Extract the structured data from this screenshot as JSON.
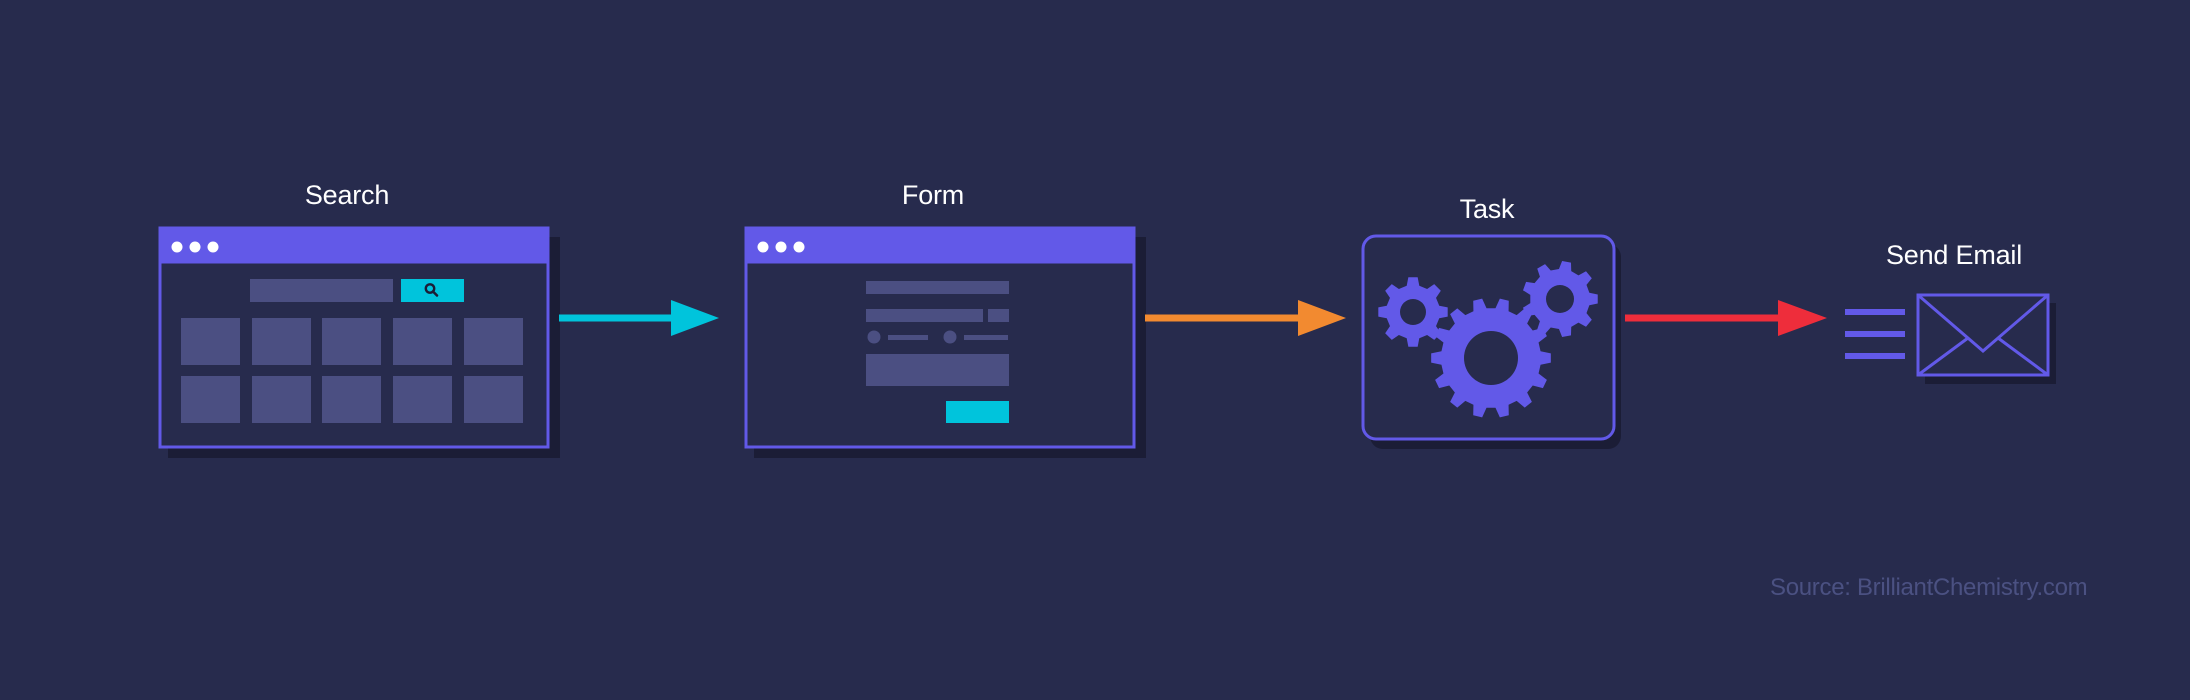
{
  "colors": {
    "background": "#272b4d",
    "accent_purple": "#6259e8",
    "shadow": "#1b1d36",
    "placeholder": "#4b4f82",
    "cyan": "#00c4dc",
    "orange": "#f28a30",
    "red": "#ee2d3b",
    "source_text": "#4b5182"
  },
  "steps": [
    {
      "label": "Search",
      "icon": "browser-search-icon"
    },
    {
      "label": "Form",
      "icon": "browser-form-icon"
    },
    {
      "label": "Task",
      "icon": "gears-icon"
    },
    {
      "label": "Send Email",
      "icon": "envelope-icon"
    }
  ],
  "arrows": [
    {
      "from": "Search",
      "to": "Form",
      "color": "#00c4dc"
    },
    {
      "from": "Form",
      "to": "Task",
      "color": "#f28a30"
    },
    {
      "from": "Task",
      "to": "Send Email",
      "color": "#ee2d3b"
    }
  ],
  "source": "Source: BrilliantChemistry.com"
}
